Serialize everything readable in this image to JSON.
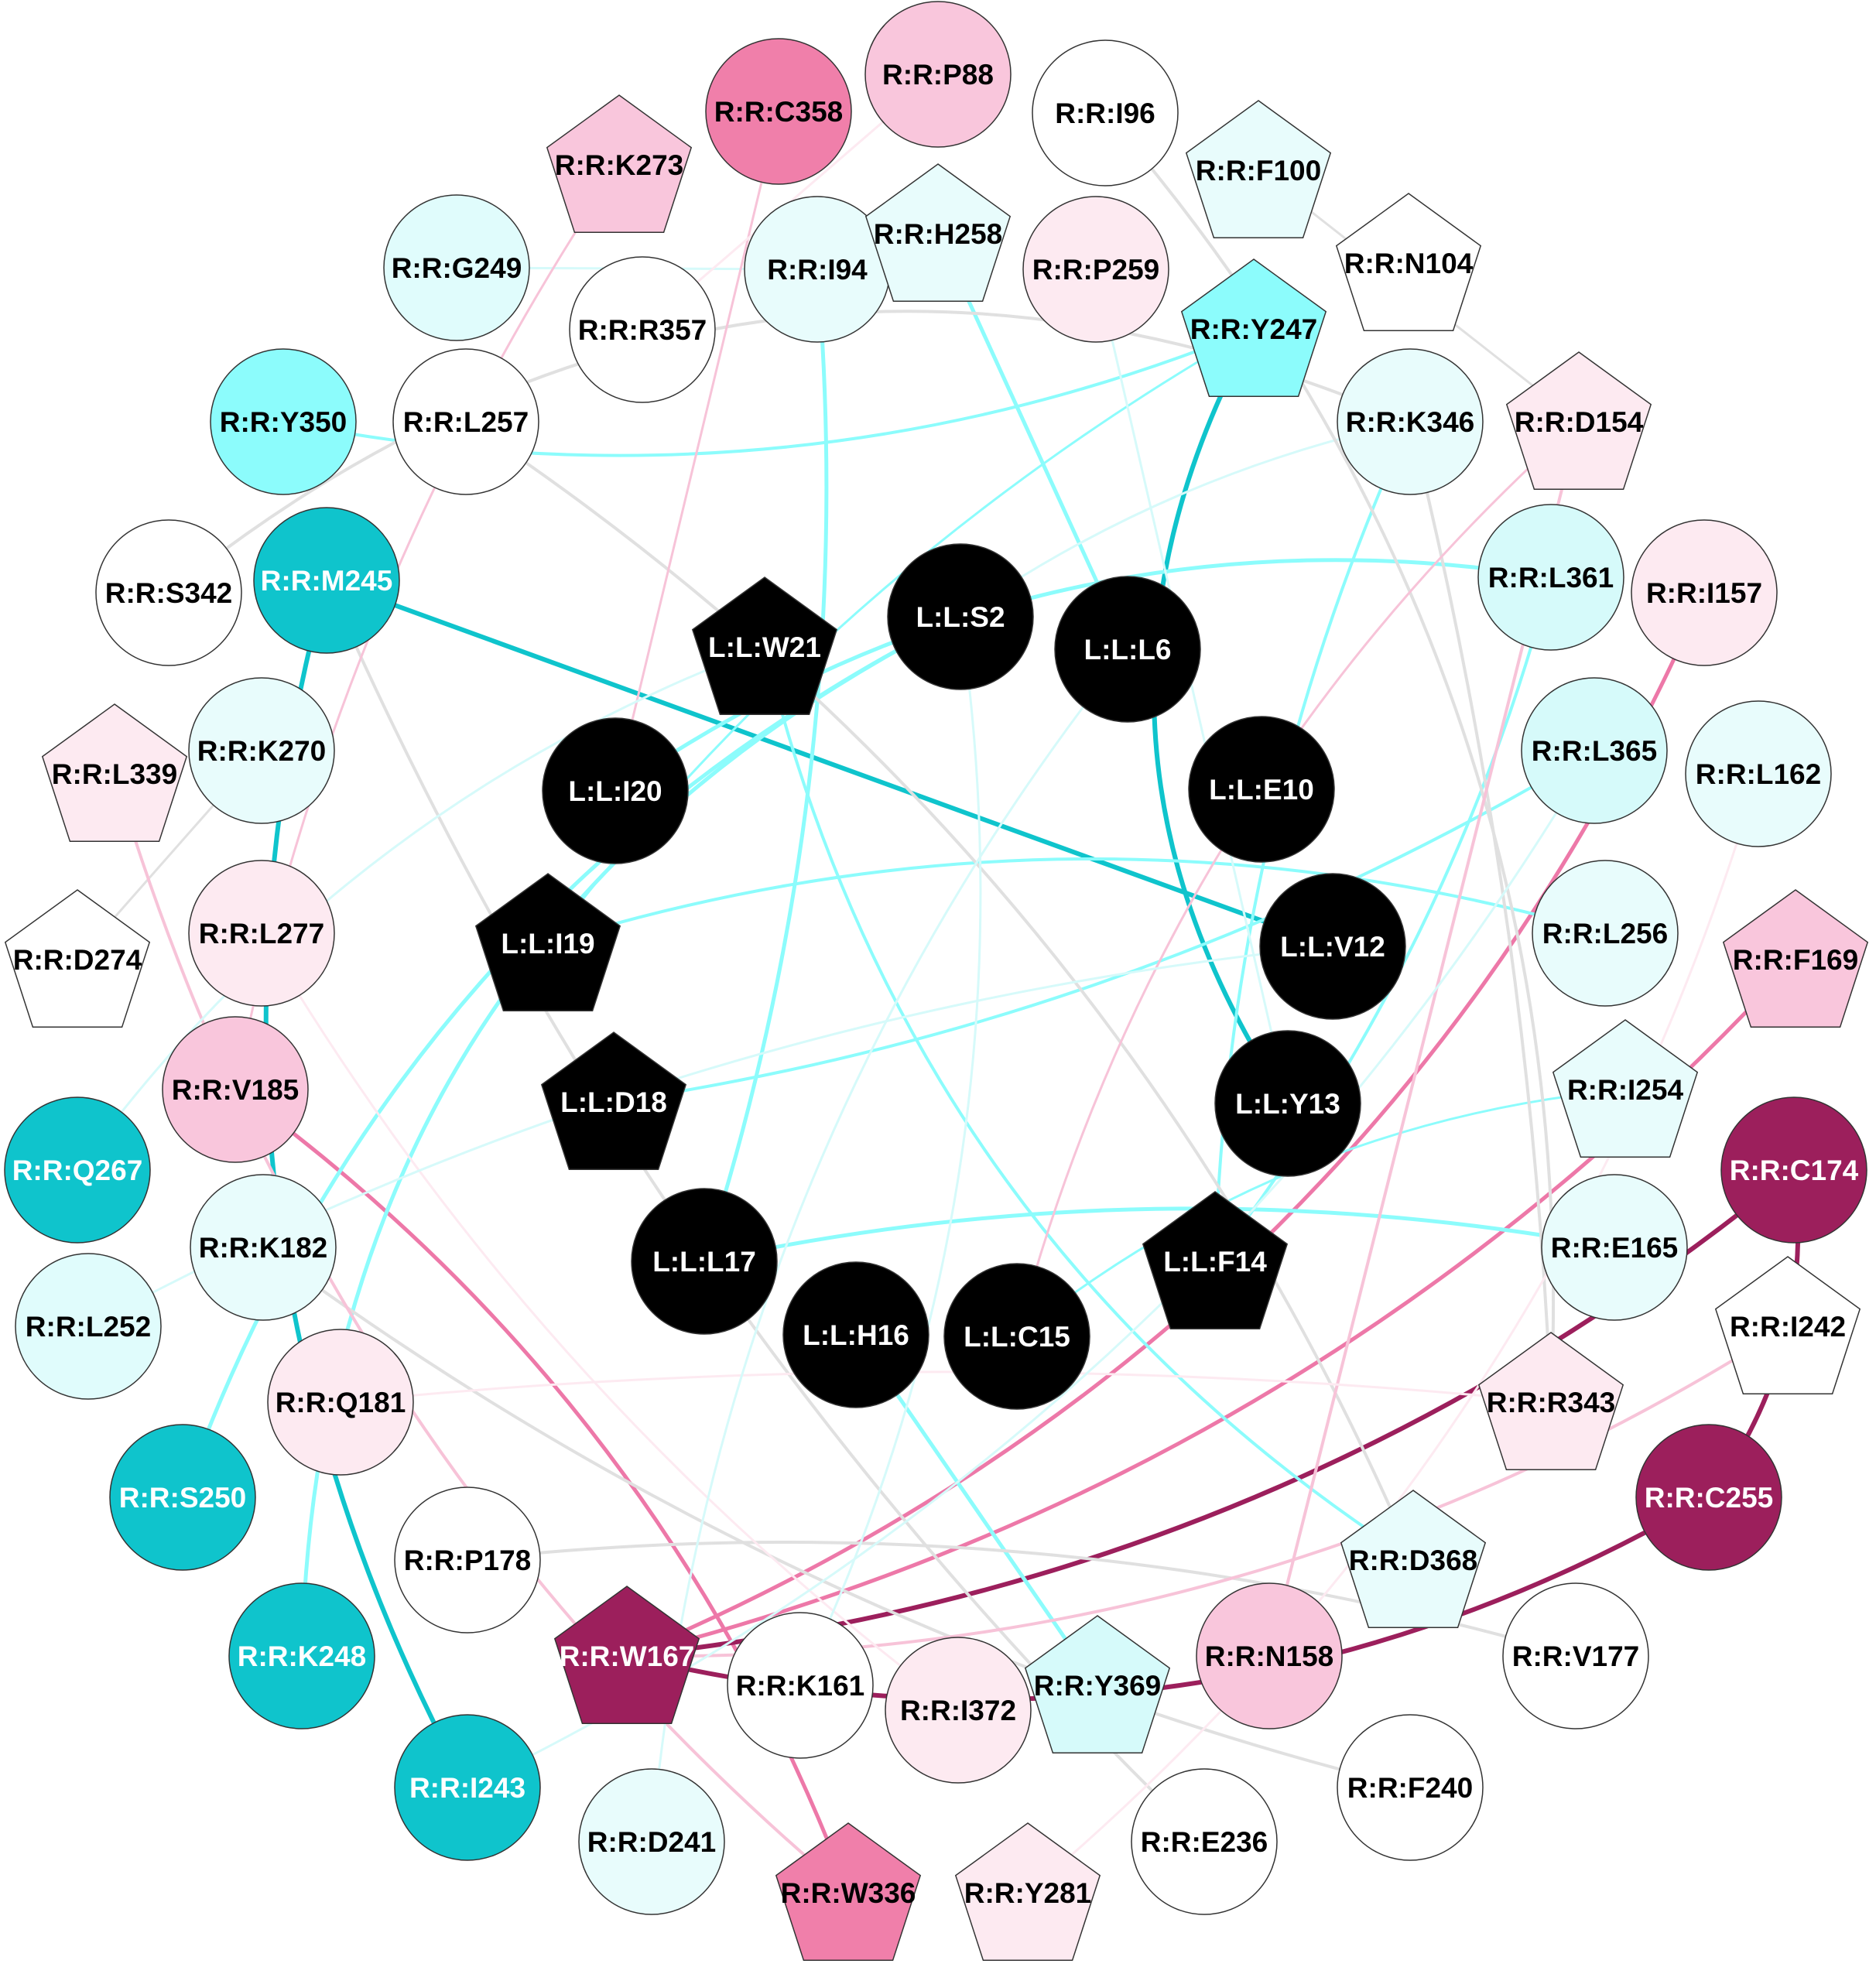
{
  "colors": {
    "cyan": "#8cfcfc",
    "light_cyan": "#d6fafa",
    "dark_teal": "#0fc4cc",
    "grey": "#e0e0e0",
    "pale_pink": "#f7c3d8",
    "pink": "#ed78a8",
    "dark_magenta": "#9c1f5c",
    "node_black": "#000000"
  },
  "nodes": [
    {
      "id": "L:L:S2",
      "shape": "circle",
      "fill": "#000000"
    },
    {
      "id": "L:L:L6",
      "shape": "circle",
      "fill": "#000000"
    },
    {
      "id": "L:L:W21",
      "shape": "pentagon",
      "fill": "#000000"
    },
    {
      "id": "L:L:I20",
      "shape": "circle",
      "fill": "#000000"
    },
    {
      "id": "L:L:E10",
      "shape": "circle",
      "fill": "#000000"
    },
    {
      "id": "L:L:I19",
      "shape": "pentagon",
      "fill": "#000000"
    },
    {
      "id": "L:L:V12",
      "shape": "circle",
      "fill": "#000000"
    },
    {
      "id": "L:L:D18",
      "shape": "pentagon",
      "fill": "#000000"
    },
    {
      "id": "L:L:Y13",
      "shape": "circle",
      "fill": "#000000"
    },
    {
      "id": "L:L:L17",
      "shape": "circle",
      "fill": "#000000"
    },
    {
      "id": "L:L:F14",
      "shape": "pentagon",
      "fill": "#000000"
    },
    {
      "id": "L:L:H16",
      "shape": "circle",
      "fill": "#000000"
    },
    {
      "id": "L:L:C15",
      "shape": "circle",
      "fill": "#000000"
    },
    {
      "id": "R:R:C358",
      "shape": "circle",
      "fill": "#f07faa"
    },
    {
      "id": "R:R:P88",
      "shape": "circle",
      "fill": "#f9c6dc"
    },
    {
      "id": "R:R:I96",
      "shape": "circle",
      "fill": "#ffffff"
    },
    {
      "id": "R:R:K273",
      "shape": "pentagon",
      "fill": "#f9c6dc"
    },
    {
      "id": "R:R:F100",
      "shape": "pentagon",
      "fill": "#e8fcfc"
    },
    {
      "id": "R:R:G249",
      "shape": "circle",
      "fill": "#e0fcfc"
    },
    {
      "id": "R:R:I94",
      "shape": "circle",
      "fill": "#e8fcfc"
    },
    {
      "id": "R:R:H258",
      "shape": "pentagon",
      "fill": "#e8fcfc"
    },
    {
      "id": "R:R:P259",
      "shape": "circle",
      "fill": "#fdeaf1"
    },
    {
      "id": "R:R:N104",
      "shape": "pentagon",
      "fill": "#ffffff"
    },
    {
      "id": "R:R:R357",
      "shape": "circle",
      "fill": "#ffffff"
    },
    {
      "id": "R:R:Y247",
      "shape": "pentagon",
      "fill": "#8cfcfc"
    },
    {
      "id": "R:R:Y350",
      "shape": "circle",
      "fill": "#8cfcfc"
    },
    {
      "id": "R:R:L257",
      "shape": "circle",
      "fill": "#ffffff"
    },
    {
      "id": "R:R:K346",
      "shape": "circle",
      "fill": "#e8fcfc"
    },
    {
      "id": "R:R:D154",
      "shape": "pentagon",
      "fill": "#fdeaf1"
    },
    {
      "id": "R:R:S342",
      "shape": "circle",
      "fill": "#ffffff"
    },
    {
      "id": "R:R:M245",
      "shape": "circle",
      "fill": "#0fc4cc"
    },
    {
      "id": "R:R:L361",
      "shape": "circle",
      "fill": "#d6fafa"
    },
    {
      "id": "R:R:I157",
      "shape": "circle",
      "fill": "#fdeaf1"
    },
    {
      "id": "R:R:K270",
      "shape": "circle",
      "fill": "#e8fcfc"
    },
    {
      "id": "R:R:L339",
      "shape": "pentagon",
      "fill": "#fdeaf1"
    },
    {
      "id": "R:R:L365",
      "shape": "circle",
      "fill": "#d6fafa"
    },
    {
      "id": "R:R:L162",
      "shape": "circle",
      "fill": "#e8fcfc"
    },
    {
      "id": "R:R:L277",
      "shape": "circle",
      "fill": "#fdeaf1"
    },
    {
      "id": "R:R:D274",
      "shape": "pentagon",
      "fill": "#ffffff"
    },
    {
      "id": "R:R:L256",
      "shape": "circle",
      "fill": "#e8fcfc"
    },
    {
      "id": "R:R:F169",
      "shape": "pentagon",
      "fill": "#f9c6dc"
    },
    {
      "id": "R:R:V185",
      "shape": "circle",
      "fill": "#f9c6dc"
    },
    {
      "id": "R:R:I254",
      "shape": "pentagon",
      "fill": "#e8fcfc"
    },
    {
      "id": "R:R:Q267",
      "shape": "circle",
      "fill": "#0fc4cc"
    },
    {
      "id": "R:R:C174",
      "shape": "circle",
      "fill": "#9c1f5c"
    },
    {
      "id": "R:R:K182",
      "shape": "circle",
      "fill": "#e8fcfc"
    },
    {
      "id": "R:R:E165",
      "shape": "circle",
      "fill": "#e8fcfc"
    },
    {
      "id": "R:R:L252",
      "shape": "circle",
      "fill": "#e0fcfc"
    },
    {
      "id": "R:R:I242",
      "shape": "pentagon",
      "fill": "#ffffff"
    },
    {
      "id": "R:R:Q181",
      "shape": "circle",
      "fill": "#fdeaf1"
    },
    {
      "id": "R:R:R343",
      "shape": "pentagon",
      "fill": "#fdeaf1"
    },
    {
      "id": "R:R:S250",
      "shape": "circle",
      "fill": "#0fc4cc"
    },
    {
      "id": "R:R:C255",
      "shape": "circle",
      "fill": "#9c1f5c"
    },
    {
      "id": "R:R:P178",
      "shape": "circle",
      "fill": "#ffffff"
    },
    {
      "id": "R:R:D368",
      "shape": "pentagon",
      "fill": "#e8fcfc"
    },
    {
      "id": "R:R:K248",
      "shape": "circle",
      "fill": "#0fc4cc"
    },
    {
      "id": "R:R:W167",
      "shape": "pentagon",
      "fill": "#9c1f5c"
    },
    {
      "id": "R:R:K161",
      "shape": "circle",
      "fill": "#ffffff"
    },
    {
      "id": "R:R:I372",
      "shape": "circle",
      "fill": "#fdeaf1"
    },
    {
      "id": "R:R:Y369",
      "shape": "pentagon",
      "fill": "#d6fafa"
    },
    {
      "id": "R:R:N158",
      "shape": "circle",
      "fill": "#f9c6dc"
    },
    {
      "id": "R:R:V177",
      "shape": "circle",
      "fill": "#ffffff"
    },
    {
      "id": "R:R:I243",
      "shape": "circle",
      "fill": "#0fc4cc"
    },
    {
      "id": "R:R:F240",
      "shape": "circle",
      "fill": "#ffffff"
    },
    {
      "id": "R:R:D241",
      "shape": "circle",
      "fill": "#e8fcfc"
    },
    {
      "id": "R:R:E236",
      "shape": "circle",
      "fill": "#ffffff"
    },
    {
      "id": "R:R:W336",
      "shape": "pentagon",
      "fill": "#f07faa"
    },
    {
      "id": "R:R:Y281",
      "shape": "pentagon",
      "fill": "#fdeaf1"
    }
  ],
  "edges": [
    {
      "from": "R:R:M245",
      "to": "L:L:V12",
      "color": "#0fc4cc",
      "width": 6,
      "bend": 0
    },
    {
      "from": "R:R:M245",
      "to": "R:R:I243",
      "color": "#0fc4cc",
      "width": 6,
      "bend": 40
    },
    {
      "from": "R:R:Y247",
      "to": "L:L:Y13",
      "color": "#0fc4cc",
      "width": 6,
      "bend": 60
    },
    {
      "from": "R:R:I157",
      "to": "R:R:W167",
      "color": "#ed78a8",
      "width": 5,
      "bend": -40
    },
    {
      "from": "R:R:F169",
      "to": "R:R:W167",
      "color": "#ed78a8",
      "width": 5,
      "bend": -30
    },
    {
      "from": "R:R:V185",
      "to": "R:R:W336",
      "color": "#ed78a8",
      "width": 5,
      "bend": -30
    },
    {
      "from": "R:R:C174",
      "to": "R:R:W167",
      "color": "#9c1f5c",
      "width": 6,
      "bend": -30
    },
    {
      "from": "R:R:C255",
      "to": "R:R:W167",
      "color": "#9c1f5c",
      "width": 6,
      "bend": -40
    },
    {
      "from": "R:R:C174",
      "to": "R:R:C255",
      "color": "#9c1f5c",
      "width": 6,
      "bend": -40
    },
    {
      "from": "R:R:I94",
      "to": "L:L:L17",
      "color": "#8cfcfc",
      "width": 5,
      "bend": -20
    },
    {
      "from": "R:R:H258",
      "to": "L:L:L6",
      "color": "#8cfcfc",
      "width": 5,
      "bend": 0
    },
    {
      "from": "R:R:Y350",
      "to": "R:R:Y247",
      "color": "#8cfcfc",
      "width": 4,
      "bend": 30
    },
    {
      "from": "R:R:L361",
      "to": "L:L:I20",
      "color": "#8cfcfc",
      "width": 5,
      "bend": 40
    },
    {
      "from": "R:R:L365",
      "to": "L:L:D18",
      "color": "#8cfcfc",
      "width": 4,
      "bend": -20
    },
    {
      "from": "R:R:E165",
      "to": "L:L:L17",
      "color": "#8cfcfc",
      "width": 5,
      "bend": 20
    },
    {
      "from": "R:R:S250",
      "to": "L:L:S2",
      "color": "#8cfcfc",
      "width": 5,
      "bend": -40
    },
    {
      "from": "R:R:K248",
      "to": "L:L:S2",
      "color": "#8cfcfc",
      "width": 5,
      "bend": -60
    },
    {
      "from": "R:R:Y369",
      "to": "L:L:H16",
      "color": "#8cfcfc",
      "width": 5,
      "bend": 0
    },
    {
      "from": "R:R:L256",
      "to": "L:L:I19",
      "color": "#8cfcfc",
      "width": 4,
      "bend": 30
    },
    {
      "from": "R:R:D368",
      "to": "L:L:W21",
      "color": "#8cfcfc",
      "width": 4,
      "bend": -40
    },
    {
      "from": "R:R:K346",
      "to": "L:L:F14",
      "color": "#8cfcfc",
      "width": 4,
      "bend": 20
    },
    {
      "from": "R:R:L361",
      "to": "L:L:F14",
      "color": "#8cfcfc",
      "width": 4,
      "bend": -20
    },
    {
      "from": "R:R:I254",
      "to": "L:L:C15",
      "color": "#8cfcfc",
      "width": 3,
      "bend": 30
    },
    {
      "from": "R:R:K346",
      "to": "L:L:S2",
      "color": "#d6fafa",
      "width": 3,
      "bend": 20
    },
    {
      "from": "R:R:Y247",
      "to": "L:L:I19",
      "color": "#8cfcfc",
      "width": 3,
      "bend": 20
    },
    {
      "from": "R:R:G249",
      "to": "R:R:I94",
      "color": "#d6fafa",
      "width": 3,
      "bend": 0
    },
    {
      "from": "R:R:L257",
      "to": "R:R:D368",
      "color": "#e0e0e0",
      "width": 4,
      "bend": -30
    },
    {
      "from": "R:R:K346",
      "to": "R:R:S342",
      "color": "#e0e0e0",
      "width": 4,
      "bend": 60
    },
    {
      "from": "R:R:K346",
      "to": "R:R:R343",
      "color": "#e0e0e0",
      "width": 4,
      "bend": -10
    },
    {
      "from": "R:R:I96",
      "to": "R:R:R343",
      "color": "#e0e0e0",
      "width": 4,
      "bend": -40
    },
    {
      "from": "R:R:F100",
      "to": "R:R:D154",
      "color": "#e0e0e0",
      "width": 3,
      "bend": 0
    },
    {
      "from": "R:R:P178",
      "to": "R:R:V177",
      "color": "#e0e0e0",
      "width": 4,
      "bend": -20
    },
    {
      "from": "R:R:K182",
      "to": "R:R:F240",
      "color": "#e0e0e0",
      "width": 4,
      "bend": 20
    },
    {
      "from": "R:R:M245",
      "to": "R:R:E236",
      "color": "#e0e0e0",
      "width": 4,
      "bend": 20
    },
    {
      "from": "R:R:K270",
      "to": "R:R:D274",
      "color": "#e0e0e0",
      "width": 3,
      "bend": 0
    },
    {
      "from": "R:R:D154",
      "to": "L:L:C15",
      "color": "#f7c3d8",
      "width": 3,
      "bend": 30
    },
    {
      "from": "R:R:D154",
      "to": "R:R:N158",
      "color": "#f7c3d8",
      "width": 4,
      "bend": 0
    },
    {
      "from": "R:R:L339",
      "to": "R:R:W336",
      "color": "#f7c3d8",
      "width": 4,
      "bend": 30
    },
    {
      "from": "R:R:I242",
      "to": "R:R:W167",
      "color": "#f7c3d8",
      "width": 4,
      "bend": -30
    },
    {
      "from": "R:R:K273",
      "to": "R:R:V185",
      "color": "#f7c3d8",
      "width": 3,
      "bend": 20
    },
    {
      "from": "R:R:C358",
      "to": "L:L:I20",
      "color": "#f7c3d8",
      "width": 3,
      "bend": 0
    },
    {
      "from": "R:R:P88",
      "to": "R:R:R357",
      "color": "#fdeaf1",
      "width": 3,
      "bend": 0
    },
    {
      "from": "R:R:L162",
      "to": "R:R:Y281",
      "color": "#fdeaf1",
      "width": 3,
      "bend": -30
    },
    {
      "from": "R:R:Q181",
      "to": "R:R:R343",
      "color": "#fdeaf1",
      "width": 3,
      "bend": -10
    },
    {
      "from": "R:R:L277",
      "to": "R:R:I372",
      "color": "#fdeaf1",
      "width": 3,
      "bend": 20
    },
    {
      "from": "R:R:Q267",
      "to": "L:L:W21",
      "color": "#d6fafa",
      "width": 3,
      "bend": -30
    },
    {
      "from": "R:R:L252",
      "to": "L:L:V12",
      "color": "#d6fafa",
      "width": 3,
      "bend": -20
    },
    {
      "from": "R:R:D241",
      "to": "L:L:L6",
      "color": "#d6fafa",
      "width": 3,
      "bend": -30
    },
    {
      "from": "R:R:K161",
      "to": "L:L:S2",
      "color": "#d6fafa",
      "width": 3,
      "bend": 30
    },
    {
      "from": "R:R:P259",
      "to": "L:L:Y13",
      "color": "#d6fafa",
      "width": 3,
      "bend": 0
    },
    {
      "from": "R:R:L365",
      "to": "R:R:I243",
      "color": "#d6fafa",
      "width": 3,
      "bend": -30
    }
  ]
}
